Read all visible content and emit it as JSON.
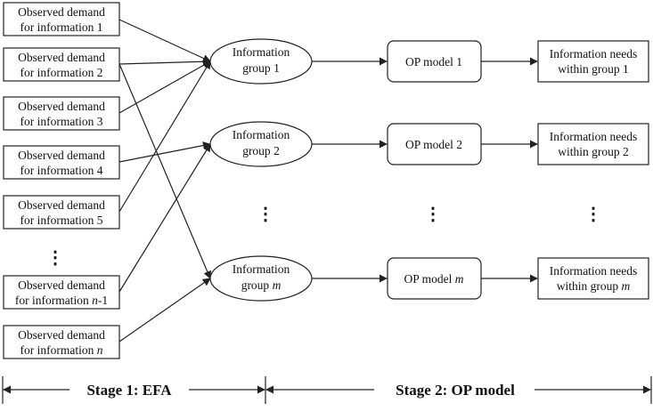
{
  "inputs": [
    {
      "line1": "Observed demand",
      "line2_prefix": "for information  ",
      "line2_var": "1"
    },
    {
      "line1": "Observed demand",
      "line2_prefix": "for information  ",
      "line2_var": "2"
    },
    {
      "line1": "Observed demand",
      "line2_prefix": "for information  ",
      "line2_var": "3"
    },
    {
      "line1": "Observed demand",
      "line2_prefix": "for information  ",
      "line2_var": "4"
    },
    {
      "line1": "Observed demand",
      "line2_prefix": "for information  ",
      "line2_var": "5"
    },
    {
      "line1": "Observed demand",
      "line2_prefix": "for information  ",
      "line2_var": "n",
      "line2_suffix": "-1"
    },
    {
      "line1": "Observed demand",
      "line2_prefix": "for information  ",
      "line2_var": "n"
    }
  ],
  "groups": [
    {
      "line1": "Information",
      "line2_prefix": "group ",
      "line2_var": "1"
    },
    {
      "line1": "Information",
      "line2_prefix": "group ",
      "line2_var": "2"
    },
    {
      "line1": "Information",
      "line2_prefix": "group ",
      "line2_var": "m"
    }
  ],
  "models": [
    {
      "prefix": "OP model  ",
      "var": "1"
    },
    {
      "prefix": "OP model  ",
      "var": "2"
    },
    {
      "prefix": "OP model  ",
      "var": "m"
    }
  ],
  "needs": [
    {
      "line1": "Information needs",
      "line2_prefix": "within group ",
      "line2_var": "1"
    },
    {
      "line1": "Information needs",
      "line2_prefix": "within group ",
      "line2_var": "2"
    },
    {
      "line1": "Information needs",
      "line2_prefix": "within group ",
      "line2_var": "m"
    }
  ],
  "ellipsis": "⋮",
  "stages": {
    "stage1": "Stage 1: EFA",
    "stage2": "Stage 2: OP model"
  }
}
